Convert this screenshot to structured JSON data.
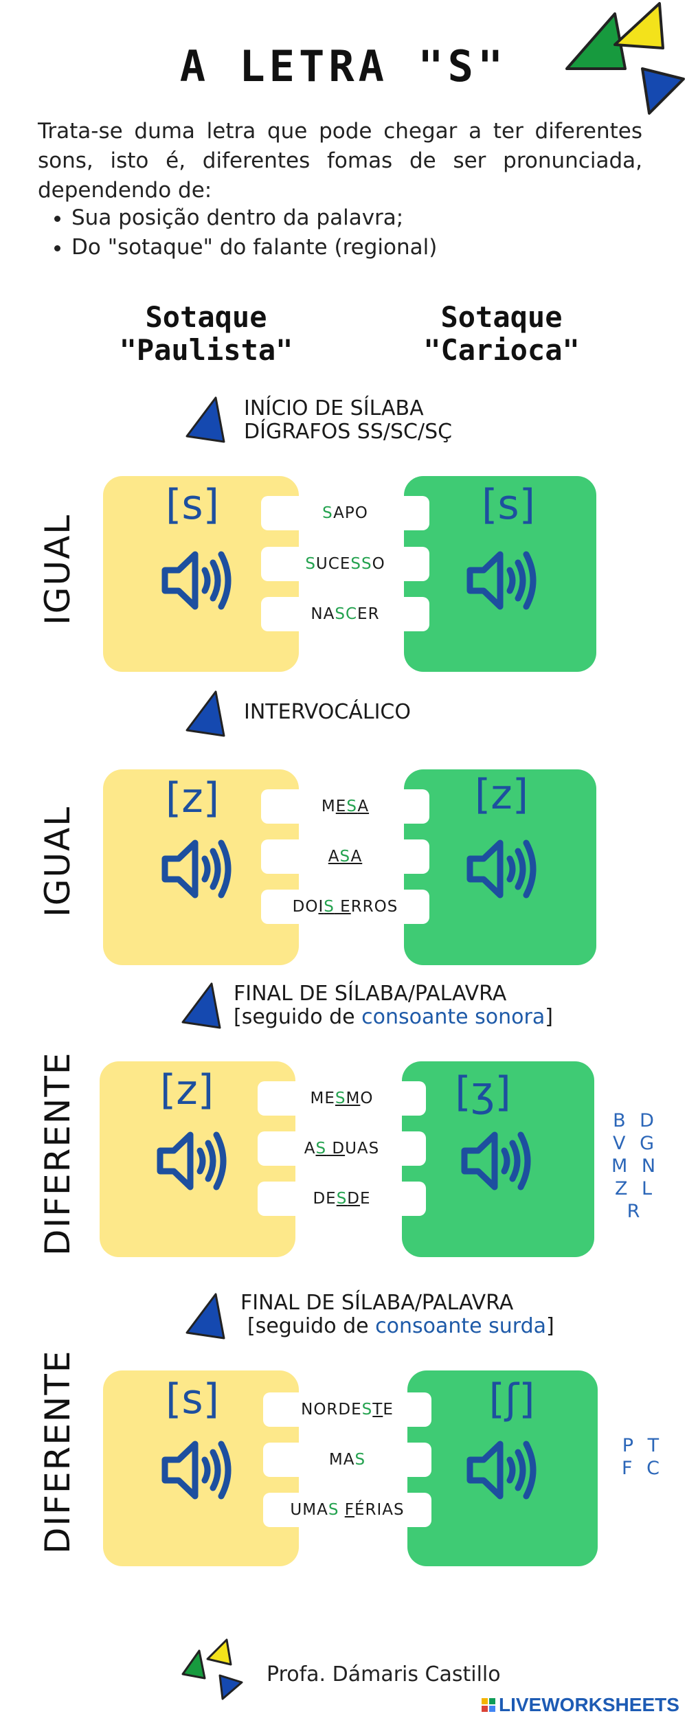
{
  "header": {
    "title": "A LETRA \"S\"",
    "intro": "Trata-se duma letra que pode chegar a ter diferentes sons, isto é, diferentes fomas de ser pronunciada, dependendo de:",
    "bullets": [
      "Sua posição dentro da palavra;",
      "Do \"sotaque\" do falante (regional)"
    ]
  },
  "columns": {
    "left": [
      "Sotaque",
      "\"Paulista\""
    ],
    "right": [
      "Sotaque",
      "\"Carioca\""
    ]
  },
  "sections": [
    {
      "label_lines": [
        "INÍCIO DE SÍLABA",
        "DÍGRAFOS SS/SC/SÇ"
      ],
      "side": "IGUAL",
      "left_sound": "[s]",
      "right_sound": "[s]",
      "words": [
        "SAPO",
        "SUCESSO",
        "NASCER"
      ]
    },
    {
      "label_lines": [
        "INTERVOCÁLICO"
      ],
      "side": "IGUAL",
      "left_sound": "[z]",
      "right_sound": "[z]",
      "words": [
        "MESA",
        "ASA",
        "DOIS ERROS"
      ]
    },
    {
      "label_lines": [
        "FINAL DE SÍLABA/PALAVRA"
      ],
      "label_sub": {
        "open": "[seguido de ",
        "highlight": "consoante sonora",
        "close": "]"
      },
      "side": "DIFERENTE",
      "left_sound": "[z]",
      "right_sound": "[ʒ]",
      "words": [
        "MESMO",
        "AS DUAS",
        "DESDE"
      ],
      "consonants": [
        "B D",
        "V G",
        "M N",
        "Z L",
        "R"
      ]
    },
    {
      "label_lines": [
        "FINAL DE SÍLABA/PALAVRA"
      ],
      "label_sub": {
        "open": "[seguido de ",
        "highlight": "consoante surda",
        "close": "]"
      },
      "side": "DIFERENTE",
      "left_sound": "[s]",
      "right_sound": "[ʃ]",
      "words": [
        "NORDESTE",
        "MAS",
        "UMAS FÉRIAS"
      ],
      "consonants": [
        "P T",
        "F C"
      ]
    }
  ],
  "footer": {
    "author": "Profa. Dámaris Castillo",
    "brand": "LIVEWORKSHEETS"
  },
  "colors": {
    "yellow": "#fde88a",
    "green": "#3fcb74",
    "blue": "#1d4f9f",
    "accent_green": "#24a24f",
    "triangle_blue": "#1549b0",
    "triangle_yellow": "#f3e21b",
    "triangle_green": "#179a3e"
  },
  "icons": [
    "speaker-icon",
    "triangle-icon"
  ]
}
